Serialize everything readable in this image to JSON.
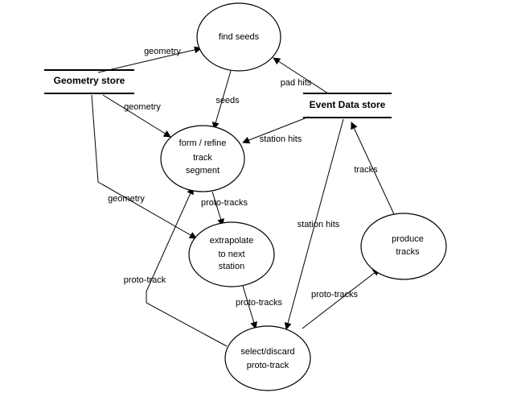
{
  "stores": {
    "geometry": "Geometry store",
    "event_data": "Event Data store"
  },
  "processes": {
    "find_seeds": [
      "find seeds"
    ],
    "form_refine": [
      "form / refine",
      "track",
      "segment"
    ],
    "extrapolate": [
      "extrapolate",
      "to next",
      "station"
    ],
    "produce_tracks": [
      "produce",
      "tracks"
    ],
    "select_discard": [
      "select/discard",
      "proto-track"
    ]
  },
  "flows": {
    "geometry_to_find_seeds": "geometry",
    "pad_hits": "pad hits",
    "seeds": "seeds",
    "geometry_to_form": "geometry",
    "station_hits_to_form": "station hits",
    "tracks": "tracks",
    "geometry_to_extrapolate": "geometry",
    "proto_tracks_form_to_extrap": "proto-tracks",
    "station_hits_to_select": "station hits",
    "proto_track_back": "proto-track",
    "proto_tracks_extrap_to_select": "proto-tracks",
    "proto_tracks_to_produce": "proto-tracks"
  }
}
